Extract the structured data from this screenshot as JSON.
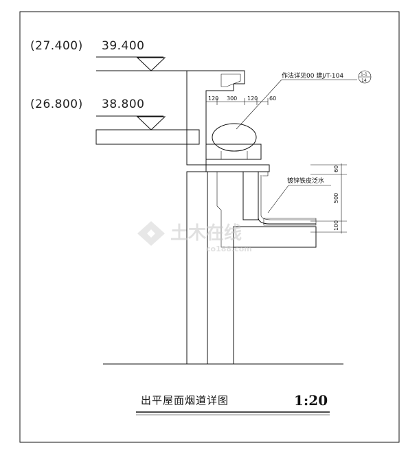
{
  "drawing": {
    "elevations": [
      {
        "structural": "(27.400)",
        "architectural": "39.400"
      },
      {
        "structural": "(26.800)",
        "architectural": "38.800"
      }
    ],
    "top_dimensions": [
      "120",
      "300",
      "120",
      "60"
    ],
    "side_dimensions": [
      "60",
      "500",
      "100"
    ],
    "callout_note": "作法详见00 建J/T-104",
    "detail_ref": {
      "top": "1-1",
      "bottom": "14"
    },
    "flashing_note": "镀锌铁皮泛水",
    "title": "出平屋面烟道详图",
    "scale": "1:20",
    "watermark": {
      "main": "土木在线",
      "sub": "co188.com"
    }
  }
}
